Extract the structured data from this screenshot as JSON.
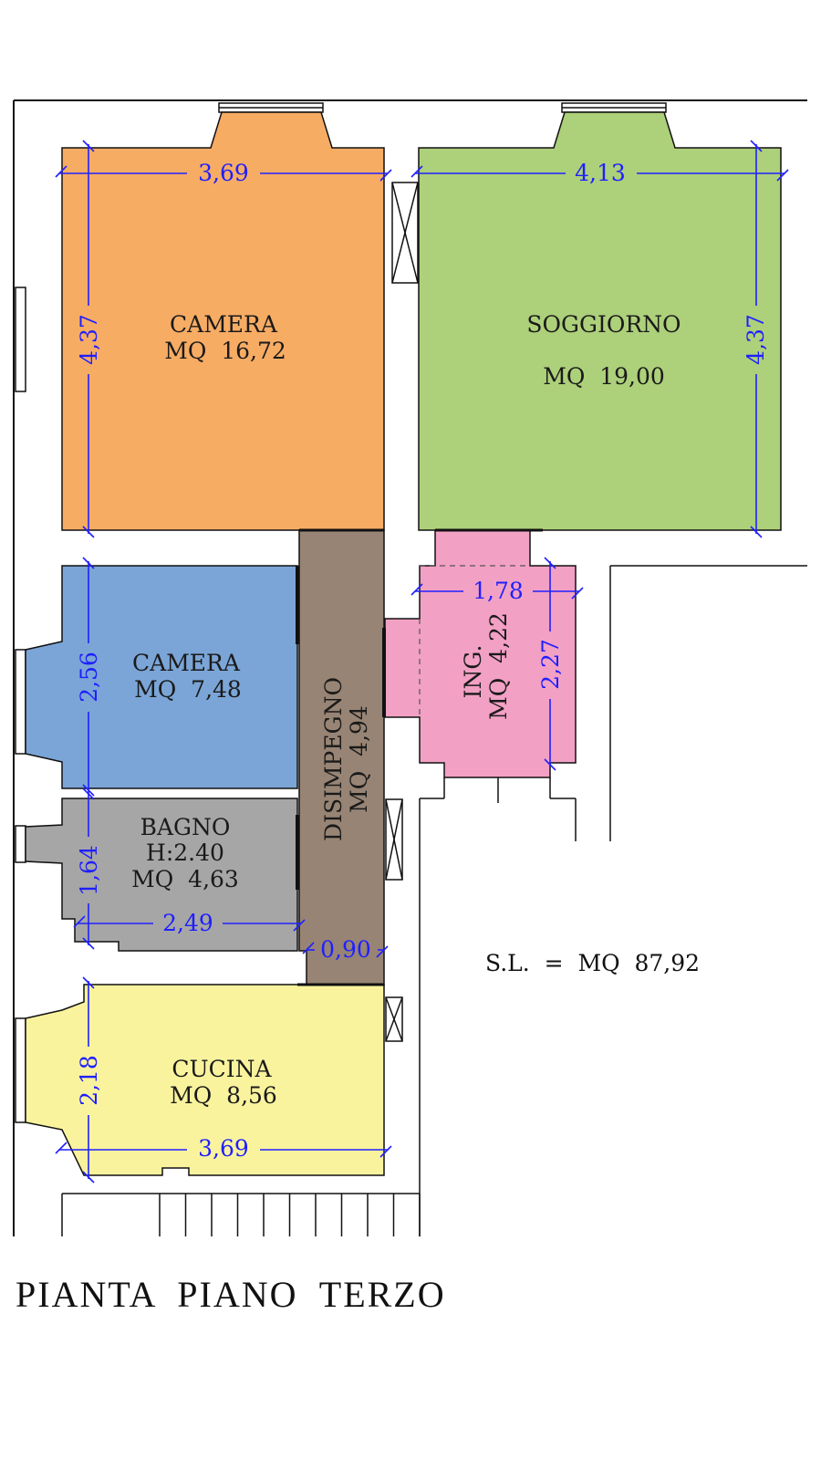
{
  "colors": {
    "camera_large": "#F7AC64",
    "soggiorno": "#ADD07A",
    "camera_small": "#7BA5D6",
    "disimpegno": "#978474",
    "ingresso": "#F2A0C4",
    "bagno": "#A6A6A6",
    "cucina": "#FAF39E",
    "dimension": "#2020FF"
  },
  "rooms": {
    "camera_large": {
      "name": "CAMERA",
      "area": "MQ  16,72"
    },
    "soggiorno": {
      "name": "SOGGIORNO",
      "area": "MQ  19,00"
    },
    "camera_small": {
      "name": "CAMERA",
      "area": "MQ  7,48"
    },
    "disimpegno": {
      "name": "DISIMPEGNO",
      "area": "MQ  4,94"
    },
    "ingresso": {
      "name": "ING.",
      "area": "MQ  4,22"
    },
    "bagno": {
      "name": "BAGNO",
      "height": "H:2.40",
      "area": "MQ  4,63"
    },
    "cucina": {
      "name": "CUCINA",
      "area": "MQ  8,56"
    }
  },
  "dimensions": {
    "camera_large_width": "3,69",
    "camera_large_depth": "4,37",
    "soggiorno_width": "4,13",
    "soggiorno_depth": "4,37",
    "camera_small_depth": "2,56",
    "ingresso_width": "1,78",
    "ingresso_depth": "2,27",
    "bagno_depth": "1,64",
    "bagno_width": "2,49",
    "disimpegno_width": "0,90",
    "cucina_depth": "2,18",
    "cucina_width": "3,69"
  },
  "total_area": "S.L.  =  MQ  87,92",
  "title": "PIANTA  PIANO  TERZO"
}
